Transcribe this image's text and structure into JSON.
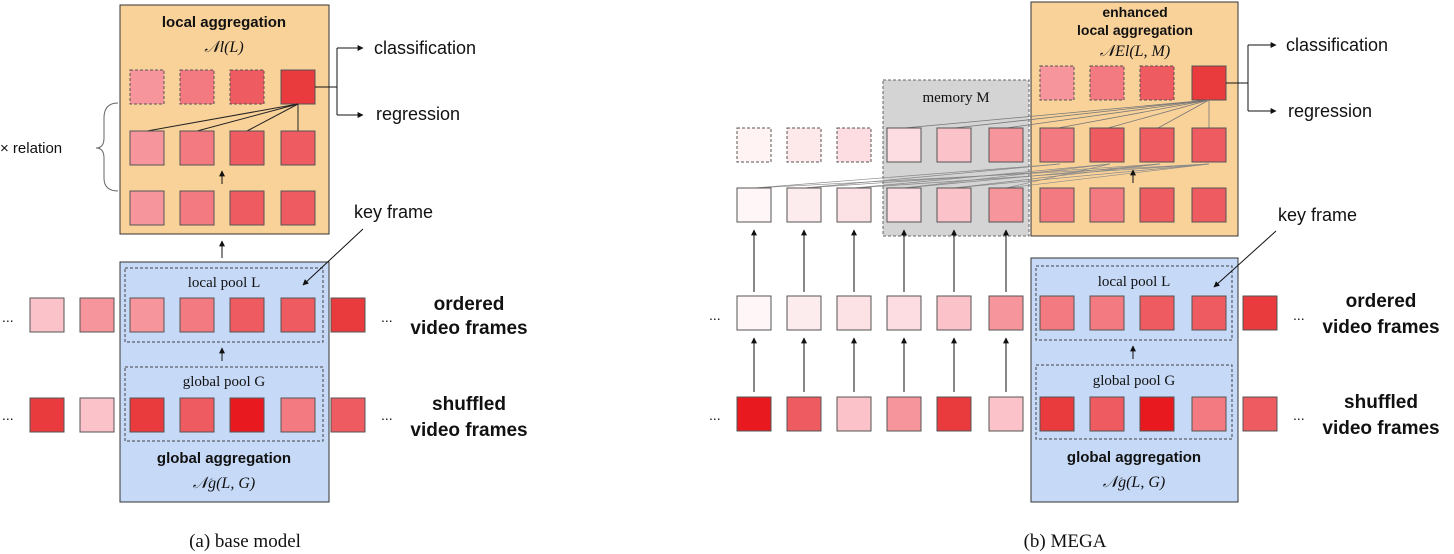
{
  "panel_a": {
    "local_aggregation_title": "local aggregation",
    "local_aggregation_formula": "𝒩l(L)",
    "classification": "classification",
    "regression": "regression",
    "relation_label": "× relation",
    "key_frame": "key frame",
    "local_pool_label": "local pool L",
    "global_pool_label": "global pool G",
    "ordered_line1": "ordered",
    "ordered_line2": "video frames",
    "shuffled_line1": "shuffled",
    "shuffled_line2": "video frames",
    "global_aggregation_title": "global aggregation",
    "global_aggregation_formula": "𝒩g(L, G)",
    "ellipsis": "...",
    "caption": "(a)  base model"
  },
  "panel_b": {
    "enhanced_title_line1": "enhanced",
    "enhanced_title_line2": "local aggregation",
    "enhanced_formula": "𝒩El(L, M)",
    "memory_label": "memory M",
    "classification": "classification",
    "regression": "regression",
    "key_frame": "key frame",
    "local_pool_label": "local pool L",
    "global_pool_label": "global pool G",
    "ordered_line1": "ordered",
    "ordered_line2": "video frames",
    "shuffled_line1": "shuffled",
    "shuffled_line2": "video frames",
    "global_aggregation_title": "global aggregation",
    "global_aggregation_formula": "𝒩g(L, G)",
    "ellipsis": "...",
    "caption": "(b)  MEGA"
  },
  "colors": {
    "local_aggregation_fill": "#f9d29a",
    "global_aggregation_fill": "#c6d9f7",
    "memory_fill": "#d4d4d4",
    "frame_red_1": "#ffeef0",
    "frame_red_2": "#fddde1",
    "frame_red_3": "#fbc3c9",
    "frame_red_4": "#f6959c",
    "frame_red_5": "#f27a80",
    "frame_red_6": "#ee5b60",
    "frame_red_7": "#e93a3e",
    "frame_red_8": "#e81a1f"
  }
}
